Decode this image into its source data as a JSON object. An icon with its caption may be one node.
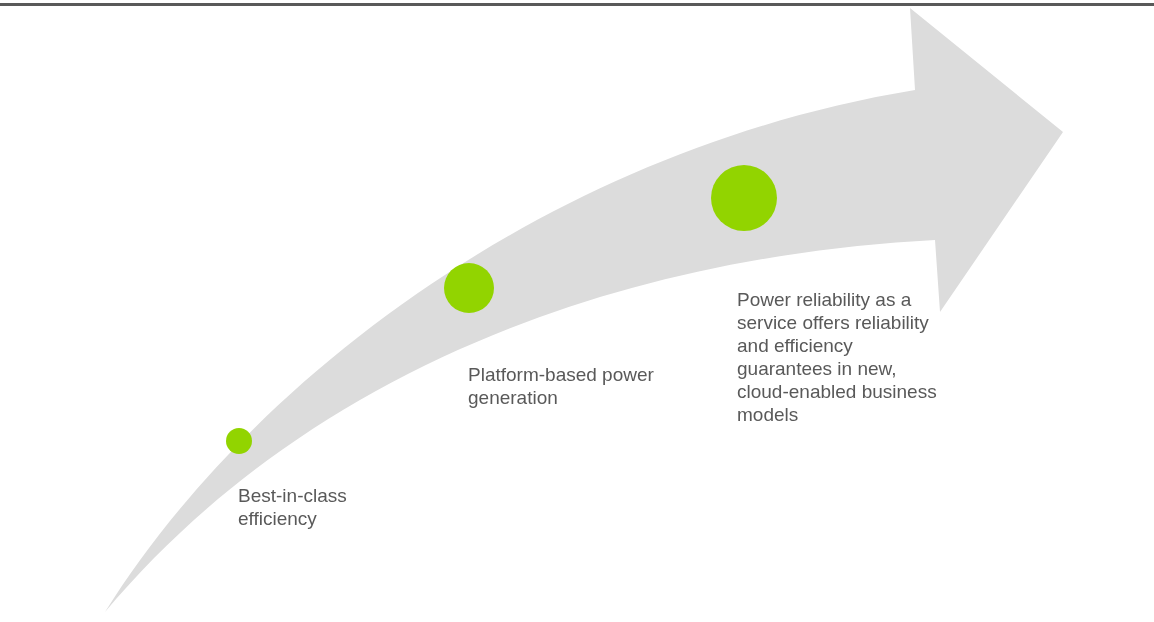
{
  "diagram": {
    "nodes": [
      {
        "text": [],
        "shape": "circle",
        "beside": [
          "Best-in-class efficiency"
        ]
      },
      {
        "text": [],
        "shape": "circle",
        "beside": [
          "Platform-based power generation"
        ]
      },
      {
        "text": [],
        "shape": "circle",
        "beside": [
          "Power reliability as a service offers reliability and efficiency guarantees in new, cloud-enabled business models"
        ]
      }
    ]
  }
}
